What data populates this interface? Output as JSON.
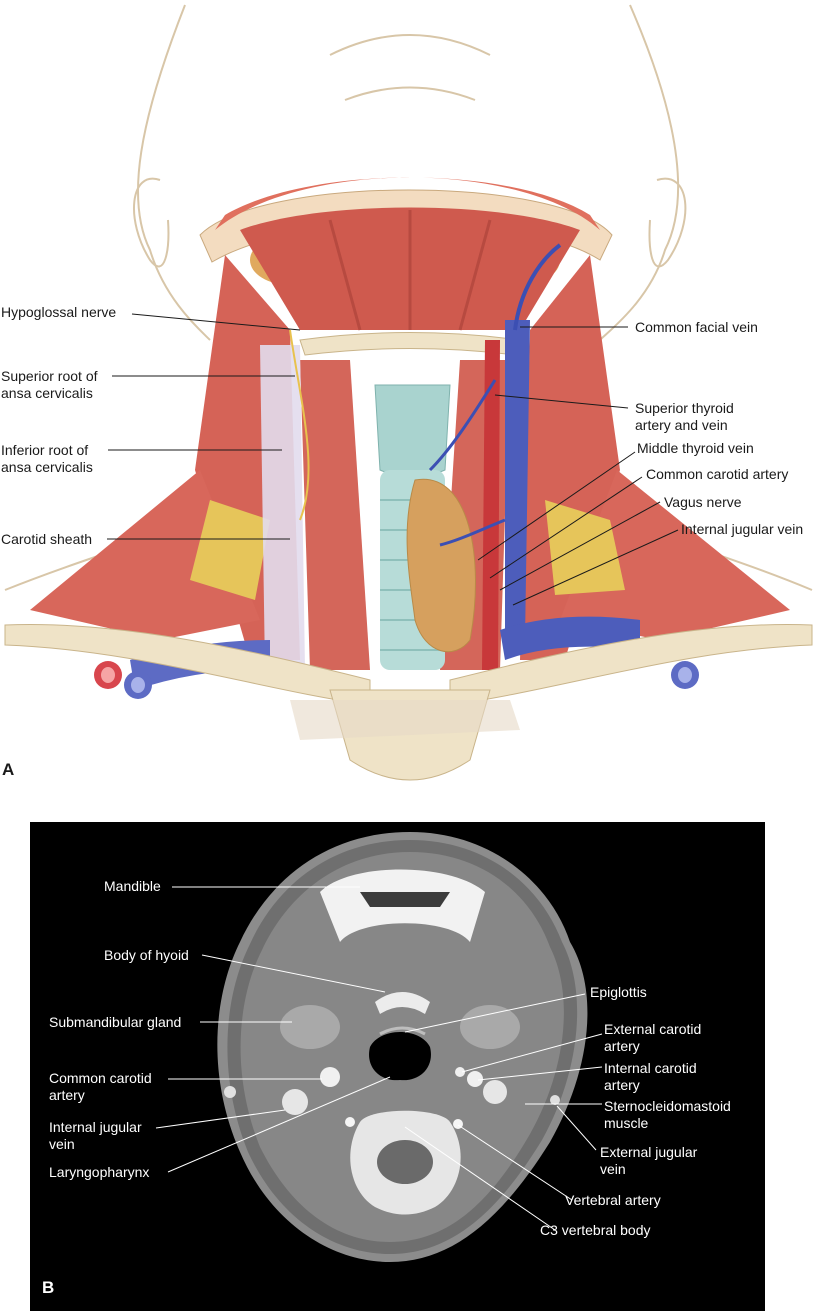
{
  "panel_a": {
    "tag": "A",
    "labels": {
      "hypoglossal": "Hypoglossal nerve",
      "sup_root_1": "Superior root of",
      "sup_root_2": "ansa cervicalis",
      "inf_root_1": "Inferior root of",
      "inf_root_2": "ansa cervicalis",
      "carotid_sheath": "Carotid sheath",
      "common_facial": "Common facial vein",
      "sup_thyroid_1": "Superior thyroid",
      "sup_thyroid_2": "artery and vein",
      "middle_thyroid": "Middle thyroid vein",
      "common_carotid": "Common carotid artery",
      "vagus": "Vagus nerve",
      "ijv": "Internal jugular vein"
    }
  },
  "panel_b": {
    "tag": "B",
    "labels": {
      "mandible": "Mandible",
      "hyoid": "Body of hyoid",
      "submandibular": "Submandibular gland",
      "cca_1": "Common carotid",
      "cca_2": "artery",
      "ijv_1": "Internal jugular",
      "ijv_2": "vein",
      "laryngopharynx": "Laryngopharynx",
      "epiglottis": "Epiglottis",
      "eca_1": "External carotid",
      "eca_2": "artery",
      "ica_1": "Internal carotid",
      "ica_2": "artery",
      "scm_1": "Sternocleidomastoid",
      "scm_2": "muscle",
      "ejv_1": "External jugular",
      "ejv_2": "vein",
      "vertebral_artery": "Vertebral artery",
      "c3": "C3 vertebral body"
    }
  }
}
